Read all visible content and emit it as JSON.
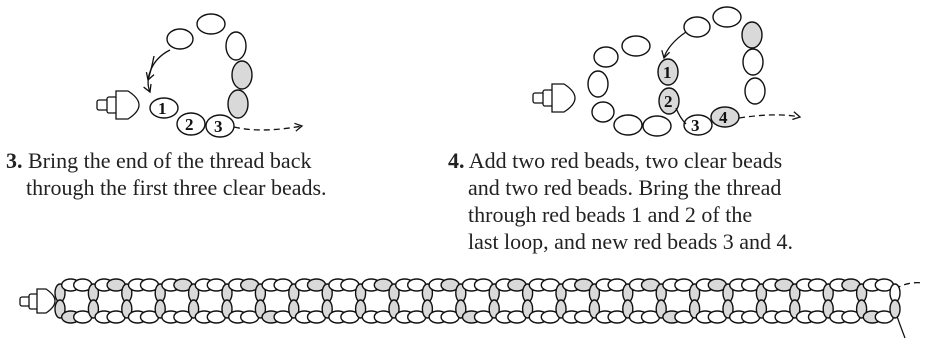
{
  "step3": {
    "number": "3.",
    "lines": [
      "Bring the end of the thread back",
      "through the first three clear beads."
    ],
    "bead_labels": [
      "1",
      "2",
      "3"
    ]
  },
  "step4": {
    "number": "4.",
    "lines": [
      "Add two red beads, two clear beads",
      "and two red beads. Bring the thread",
      "through red beads 1 and 2 of the",
      "last loop, and new red beads 3 and 4."
    ],
    "bead_labels": [
      "1",
      "2",
      "3",
      "4"
    ]
  },
  "colors": {
    "red_bead": "#d9d9d9",
    "clear_bead": "#ffffff",
    "outline": "#111111"
  },
  "chain": {
    "loops": 25
  }
}
